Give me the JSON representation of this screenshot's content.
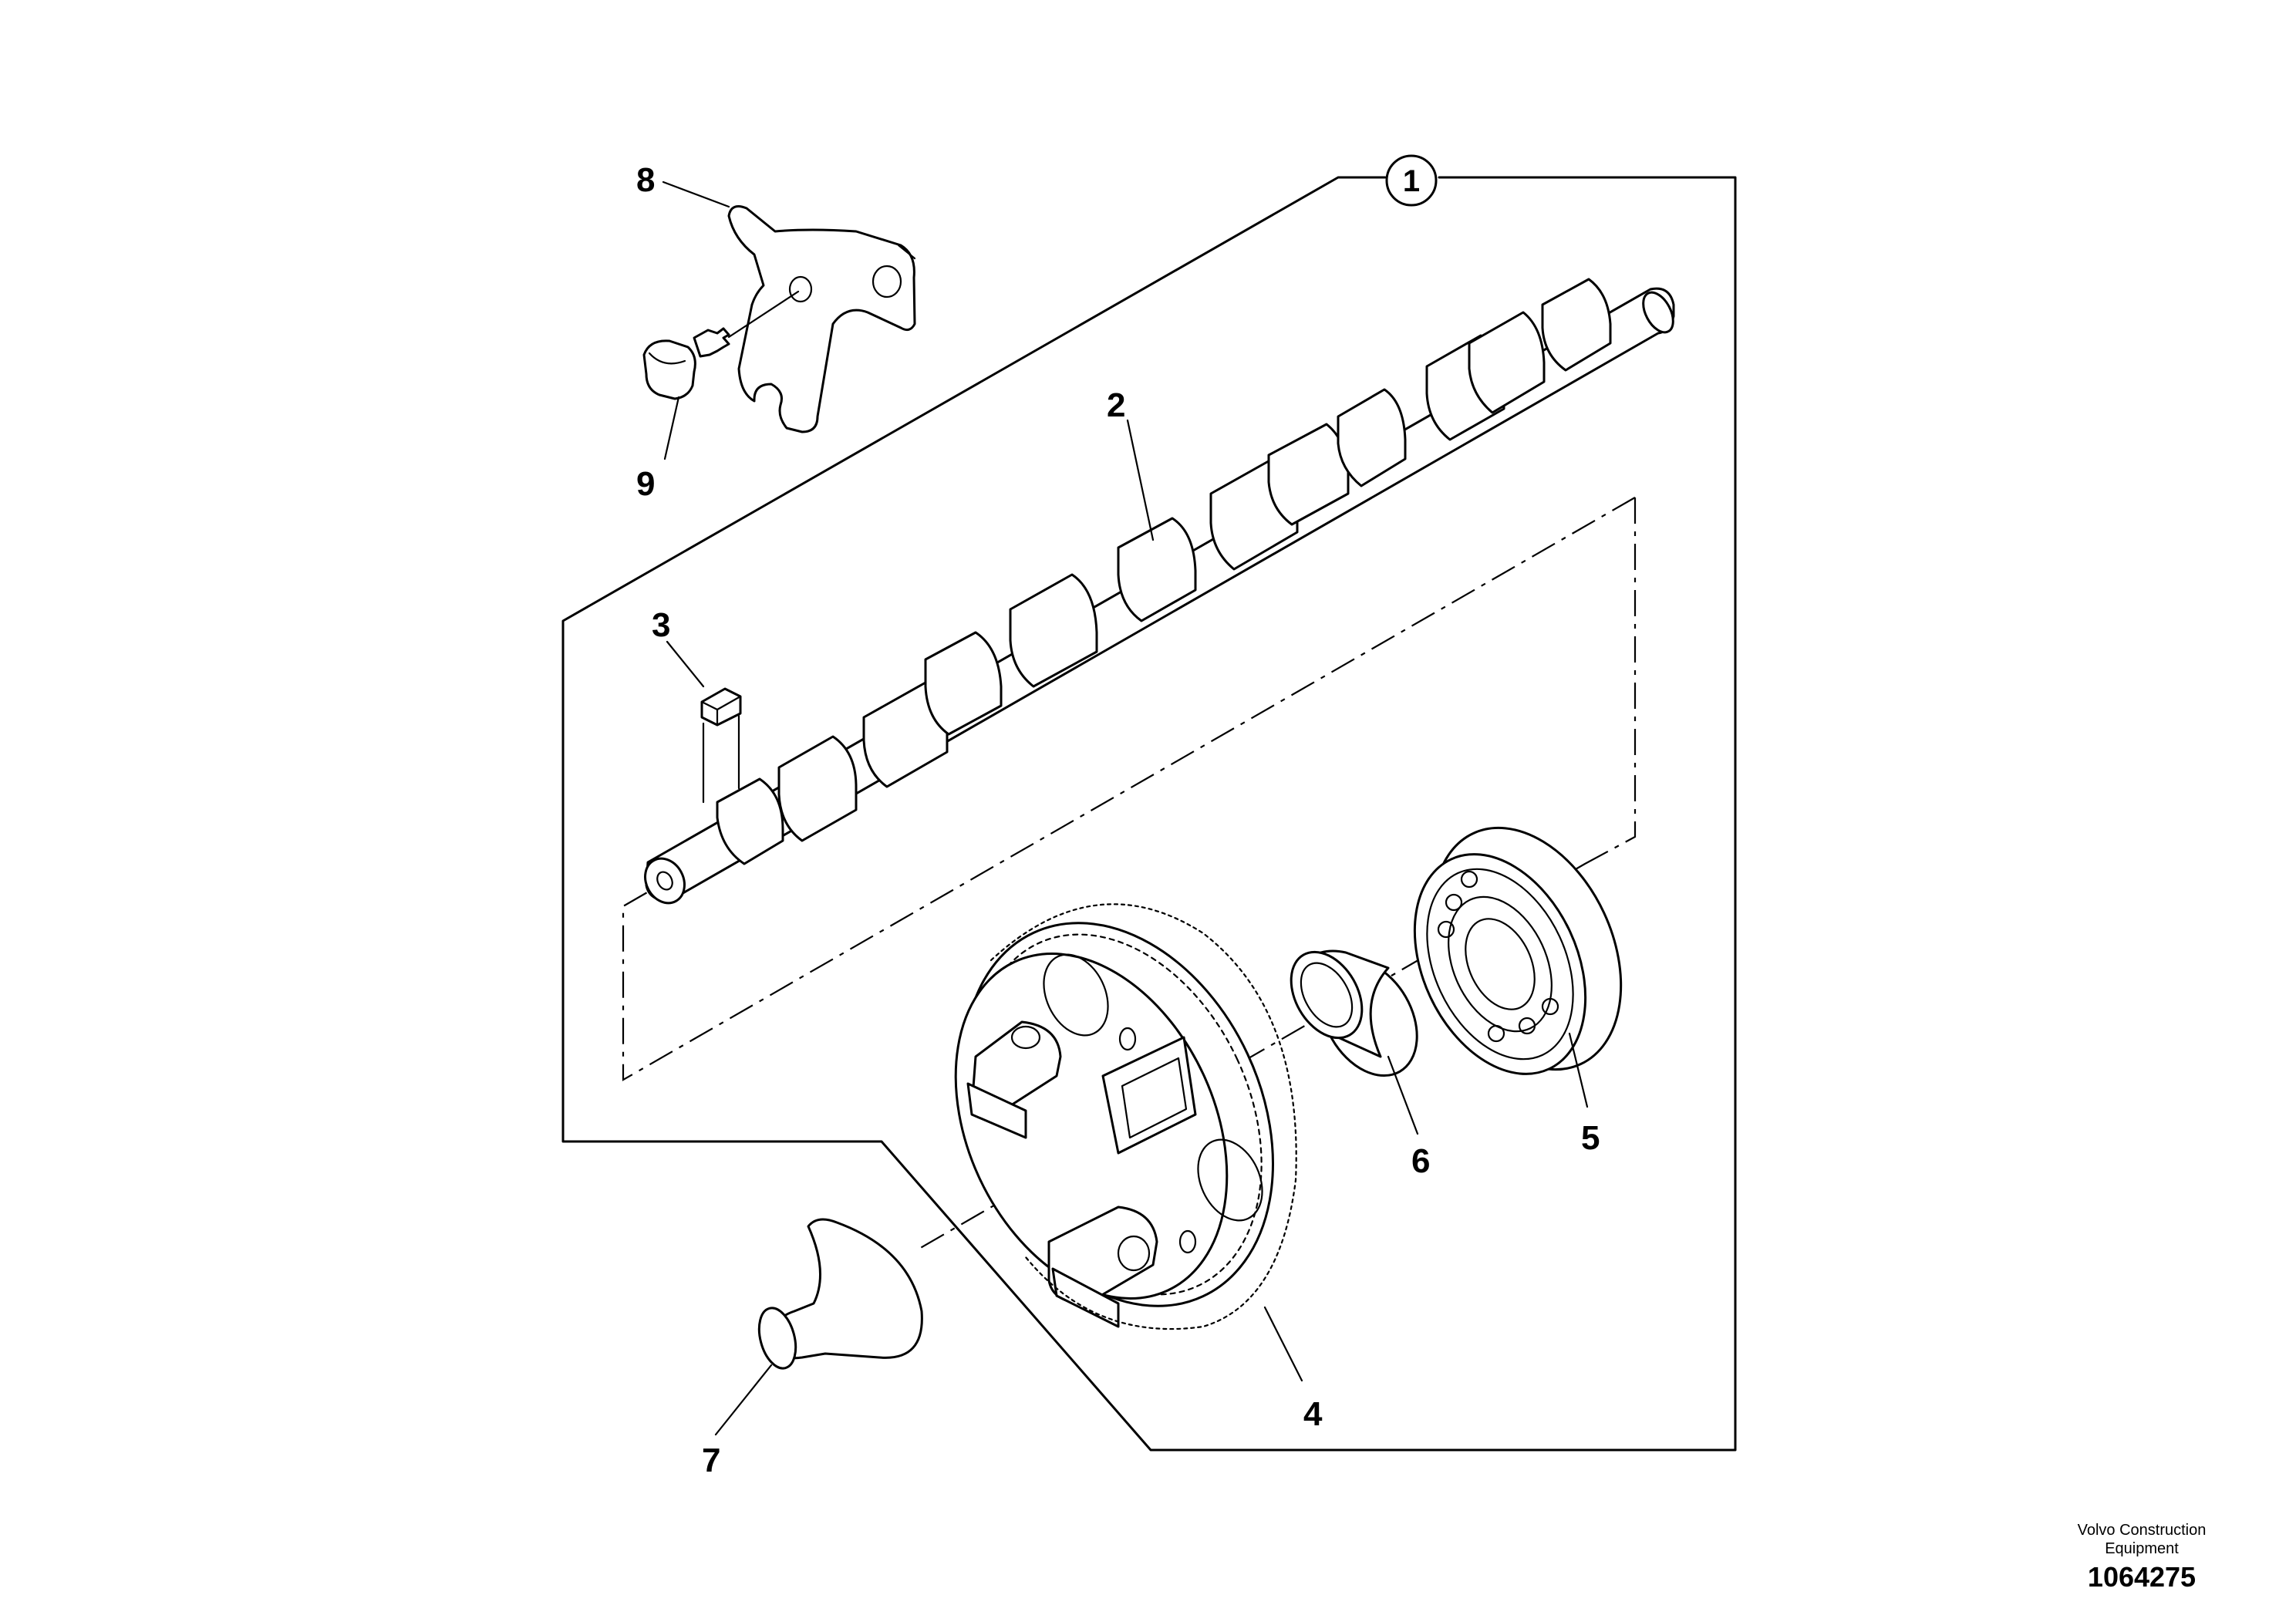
{
  "group_callout": "1",
  "callouts": {
    "c2": "2",
    "c3": "3",
    "c4": "4",
    "c5": "5",
    "c6": "6",
    "c7": "7",
    "c8": "8",
    "c9": "9"
  },
  "footer": {
    "brand_line1": "Volvo Construction",
    "brand_line2": "Equipment",
    "reference": "1064275"
  }
}
